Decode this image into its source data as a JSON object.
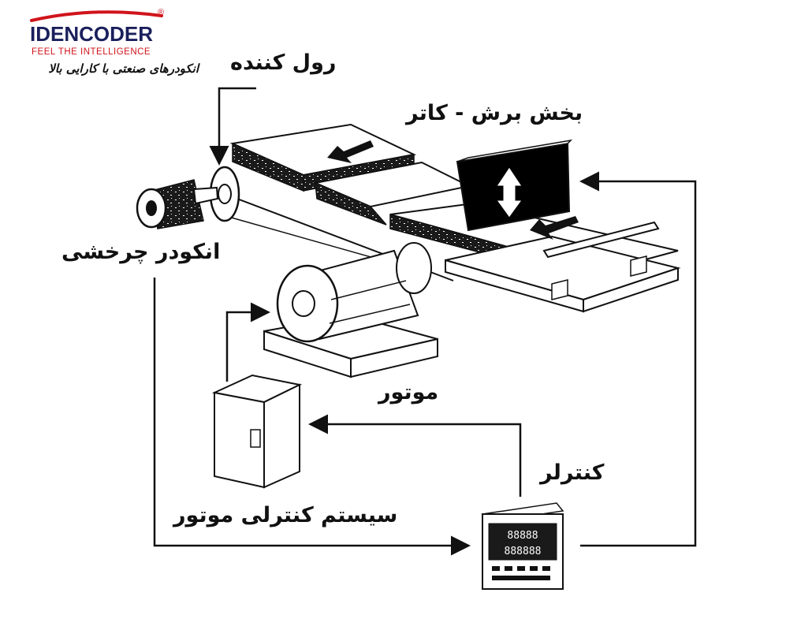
{
  "brand": {
    "name": "IDENCODER",
    "registered": "®",
    "tagline": "FEEL THE INTELLIGENCE",
    "subtitle_fa": "انکودرهای صنعتی با کارایی بالا",
    "colors": {
      "navy": "#1a1f5c",
      "red": "#d0141b"
    }
  },
  "labels": {
    "roller": "رول کننده",
    "cutter": "بخش برش - کاتر",
    "rotary_encoder": "انکودر چرخشی",
    "motor": "موتور",
    "controller": "کنترلر",
    "motor_control_system": "سیستم کنترلی موتور"
  },
  "controller_display": {
    "row1": "88888",
    "row2": "888888"
  },
  "colors": {
    "line": "#111111",
    "panel": "#000000"
  }
}
